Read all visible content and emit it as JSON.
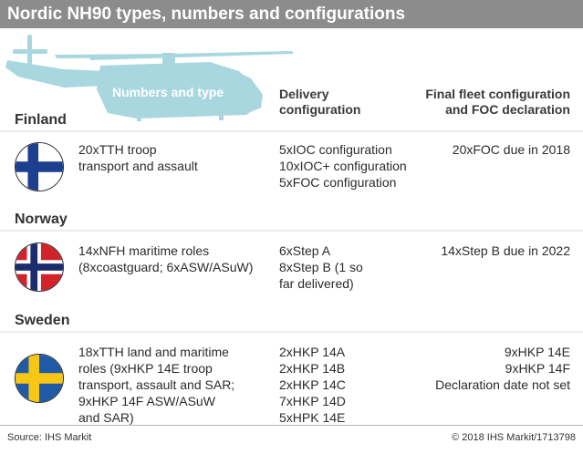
{
  "title": "Nordic NH90 types, numbers and configurations",
  "headers": {
    "type": "Numbers and type",
    "delivery": [
      "Delivery",
      "configuration"
    ],
    "final": [
      "Final fleet configuration",
      "and FOC declaration"
    ]
  },
  "countries": [
    {
      "name": "Finland",
      "flag_icon": "finland-flag-icon",
      "type_lines": [
        "20xTTH troop",
        "transport and assault"
      ],
      "delivery_lines": [
        "5xIOC configuration",
        "10xIOC+ configuration",
        "5xFOC configuration"
      ],
      "final_lines": [
        "20xFOC due in 2018"
      ]
    },
    {
      "name": "Norway",
      "flag_icon": "norway-flag-icon",
      "type_lines": [
        "14xNFH maritime roles",
        "(8xcoastguard; 6xASW/ASuW)"
      ],
      "delivery_lines": [
        "6xStep A",
        "8xStep B (1 so",
        "far delivered)"
      ],
      "final_lines": [
        "14xStep B due in 2022"
      ]
    },
    {
      "name": "Sweden",
      "flag_icon": "sweden-flag-icon",
      "type_lines": [
        "18xTTH land and maritime",
        "roles (9xHKP 14E troop",
        "transport, assault and SAR;",
        "9xHKP 14F ASW/ASuW",
        "and SAR)"
      ],
      "delivery_lines": [
        "2xHKP 14A",
        "2xHKP 14B",
        "2xHKP 14C",
        "7xHKP 14D",
        "5xHPK 14E"
      ],
      "final_lines": [
        "9xHKP 14E",
        "9xHKP 14F",
        "Declaration date not set"
      ]
    }
  ],
  "footer": {
    "source": "Source: IHS Markit",
    "copyright": "© 2018 IHS Markit/1713798"
  },
  "colors": {
    "title_bar": "#8c8c8c",
    "band": "#ececec",
    "helicopter": "#a9d7e0",
    "finland_blue": "#1d3f8f",
    "norway_red": "#d2232a",
    "norway_blue": "#1d2c6e",
    "sweden_blue": "#1f5aa6",
    "sweden_yellow": "#f8c614"
  }
}
